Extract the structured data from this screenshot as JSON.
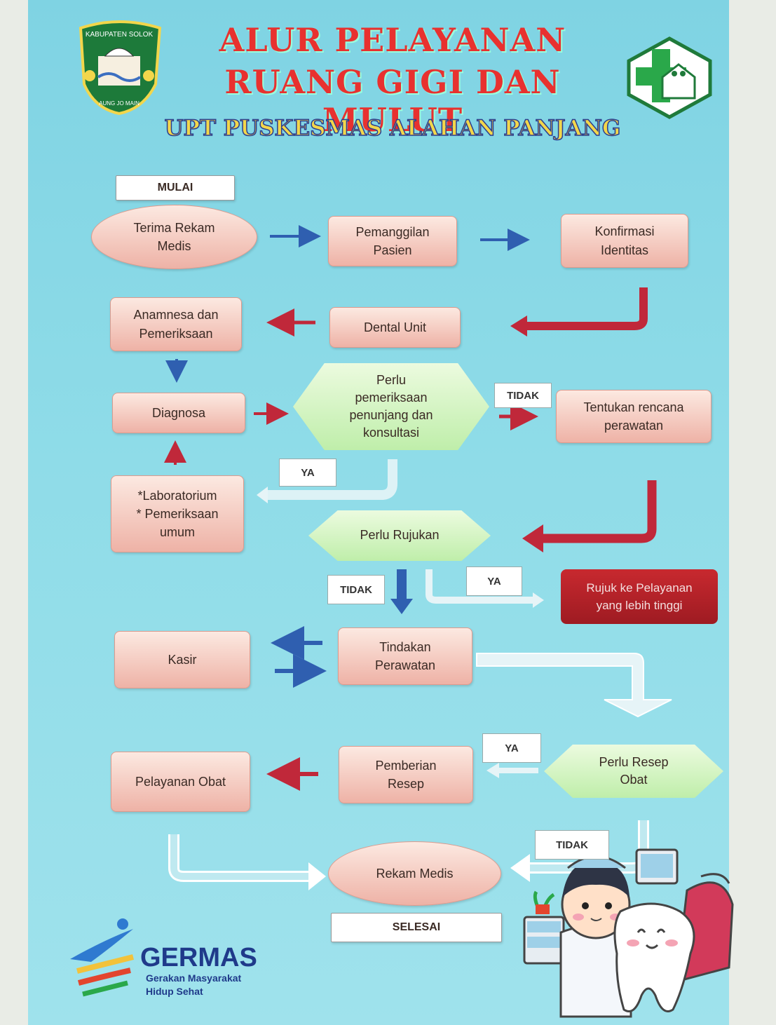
{
  "header": {
    "title_line1": "ALUR PELAYANAN",
    "title_line2": "RUANG GIGI DAN MULUT",
    "subtitle": "UPT PUSKESMAS ALAHAN PANJANG",
    "logo_left_text": "KABUPATEN SOLOK",
    "logo_left_motto": "AUNG JO MAIN"
  },
  "nodes": {
    "mulai": "MULAI",
    "terima": "Terima Rekam\nMedis",
    "pemanggilan": "Pemanggilan\nPasien",
    "konfirmasi": "Konfirmasi\nIdentitas",
    "anamnesa": "Anamnesa dan\nPemeriksaan",
    "dental": "Dental Unit",
    "diagnosa": "Diagnosa",
    "perlu_pemeriksaan": "Perlu\npemeriksaan\npenunjang dan\nkonsultasi",
    "tentukan": "Tentukan rencana\nperawatan",
    "laboratorium": "*Laboratorium\n* Pemeriksaan\numum",
    "perlu_rujukan": "Perlu Rujukan",
    "rujuk": "Rujuk ke Pelayanan\nyang lebih tinggi",
    "kasir": "Kasir",
    "tindakan": "Tindakan\nPerawatan",
    "pelayanan_obat": "Pelayanan Obat",
    "pemberian_resep": "Pemberian\nResep",
    "perlu_resep": "Perlu Resep\nObat",
    "rekam_medis": "Rekam Medis",
    "selesai": "SELESAI"
  },
  "tags": {
    "tidak_1": "TIDAK",
    "ya_1": "YA",
    "tidak_2": "TIDAK",
    "ya_2": "YA",
    "ya_3": "YA",
    "tidak_3": "TIDAK"
  },
  "footer": {
    "brand": "GERMAS",
    "brand_sub": "Gerakan Masyarakat\nHidup Sehat"
  },
  "colors": {
    "background": "#8fdce8",
    "title": "#e8312f",
    "subtitle": "#f2d64b",
    "arrow_blue": "#2f5fb0",
    "arrow_red": "#c0283a",
    "referral": "#b0222a",
    "node_fill": "#eeb2a6",
    "decision_fill": "#c9f0b4"
  },
  "icons": {
    "left_logo": "regency-crest-icon",
    "right_logo": "puskesmas-cross-icon",
    "footer_logo": "germas-figure-icon",
    "illustration": "dentist-and-tooth-illustration"
  }
}
